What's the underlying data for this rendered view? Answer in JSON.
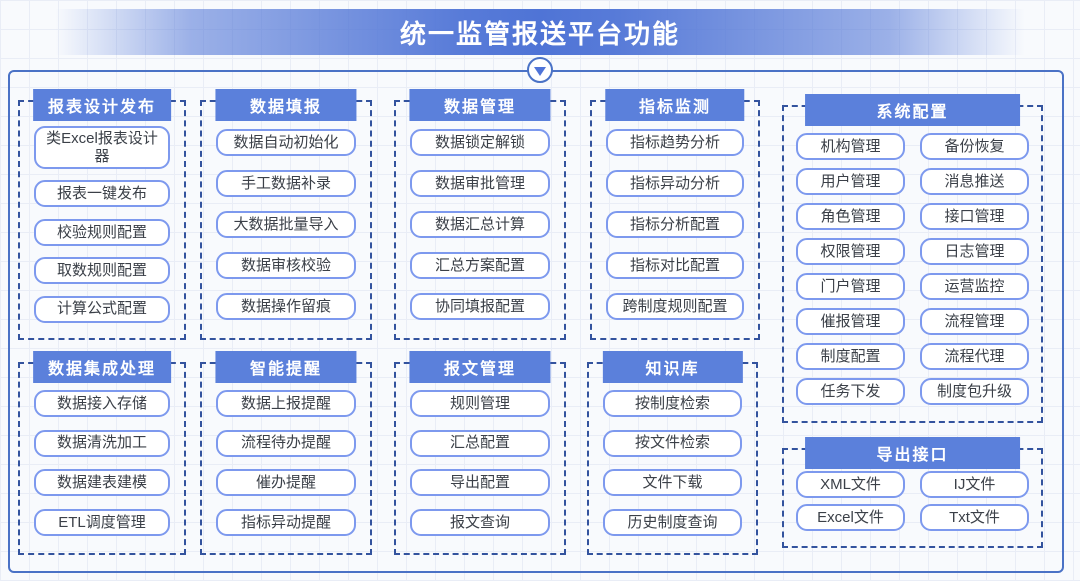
{
  "title": "统一监管报送平台功能",
  "arrow_icon": "▼",
  "colors": {
    "banner_blue": "#4f74d6",
    "tab_bg": "#5b80db",
    "button_border": "#7d99ee",
    "button_text": "#3b4048",
    "dashed_border": "#33539e",
    "container_border": "#4a72c6",
    "background": "#f8fafd"
  },
  "groups": [
    {
      "id": "report-design-publish",
      "label": "报表设计发布",
      "items": [
        "类Excel报表设计器",
        "报表一键发布",
        "校验规则配置",
        "取数规则配置",
        "计算公式配置"
      ]
    },
    {
      "id": "data-filling",
      "label": "数据填报",
      "items": [
        "数据自动初始化",
        "手工数据补录",
        "大数据批量导入",
        "数据审核校验",
        "数据操作留痕"
      ]
    },
    {
      "id": "data-management",
      "label": "数据管理",
      "items": [
        "数据锁定解锁",
        "数据审批管理",
        "数据汇总计算",
        "汇总方案配置",
        "协同填报配置"
      ]
    },
    {
      "id": "indicator-monitoring",
      "label": "指标监测",
      "items": [
        "指标趋势分析",
        "指标异动分析",
        "指标分析配置",
        "指标对比配置",
        "跨制度规则配置"
      ]
    },
    {
      "id": "system-config",
      "label": "系统配置",
      "items": [
        "机构管理",
        "备份恢复",
        "用户管理",
        "消息推送",
        "角色管理",
        "接口管理",
        "权限管理",
        "日志管理",
        "门户管理",
        "运营监控",
        "催报管理",
        "流程管理",
        "制度配置",
        "流程代理",
        "任务下发",
        "制度包升级"
      ]
    },
    {
      "id": "data-integration",
      "label": "数据集成处理",
      "items": [
        "数据接入存储",
        "数据清洗加工",
        "数据建表建模",
        "ETL调度管理"
      ]
    },
    {
      "id": "smart-reminder",
      "label": "智能提醒",
      "items": [
        "数据上报提醒",
        "流程待办提醒",
        "催办提醒",
        "指标异动提醒"
      ]
    },
    {
      "id": "message-management",
      "label": "报文管理",
      "items": [
        "规则管理",
        "汇总配置",
        "导出配置",
        "报文查询"
      ]
    },
    {
      "id": "knowledge-base",
      "label": "知识库",
      "items": [
        "按制度检索",
        "按文件检索",
        "文件下载",
        "历史制度查询"
      ]
    },
    {
      "id": "export-interface",
      "label": "导出接口",
      "items": [
        "XML文件",
        "IJ文件",
        "Excel文件",
        "Txt文件"
      ]
    }
  ]
}
